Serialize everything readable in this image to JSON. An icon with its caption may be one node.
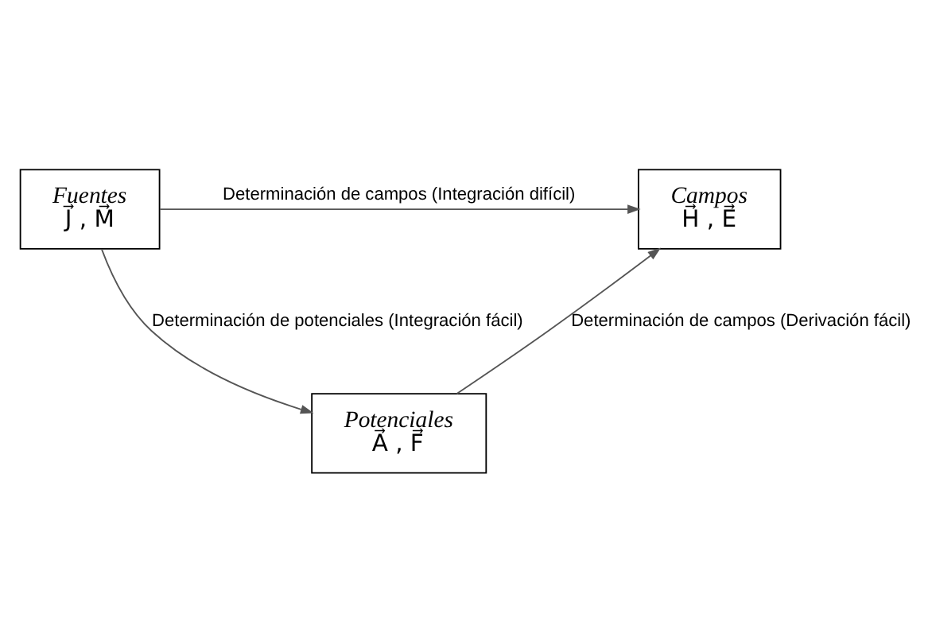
{
  "diagram": {
    "nodes": [
      {
        "text": [
          "Fuentes",
          "J⃗ , M⃗"
        ]
      },
      {
        "text": [
          "Campos",
          "H⃗ , E⃗"
        ]
      },
      {
        "text": [
          "Potenciales",
          "A⃗ , F⃗"
        ]
      }
    ],
    "edges": [
      {
        "from": 0,
        "to": 1,
        "arrow": "to",
        "label": "Determinación de campos (Integración difícil)"
      },
      {
        "from": 0,
        "to": 2,
        "arrow": "to",
        "label": "Determinación de potenciales (Integración fácil)"
      },
      {
        "from": 2,
        "to": 1,
        "arrow": "to",
        "label": "Determinación de campos (Derivación fácil)"
      }
    ]
  }
}
